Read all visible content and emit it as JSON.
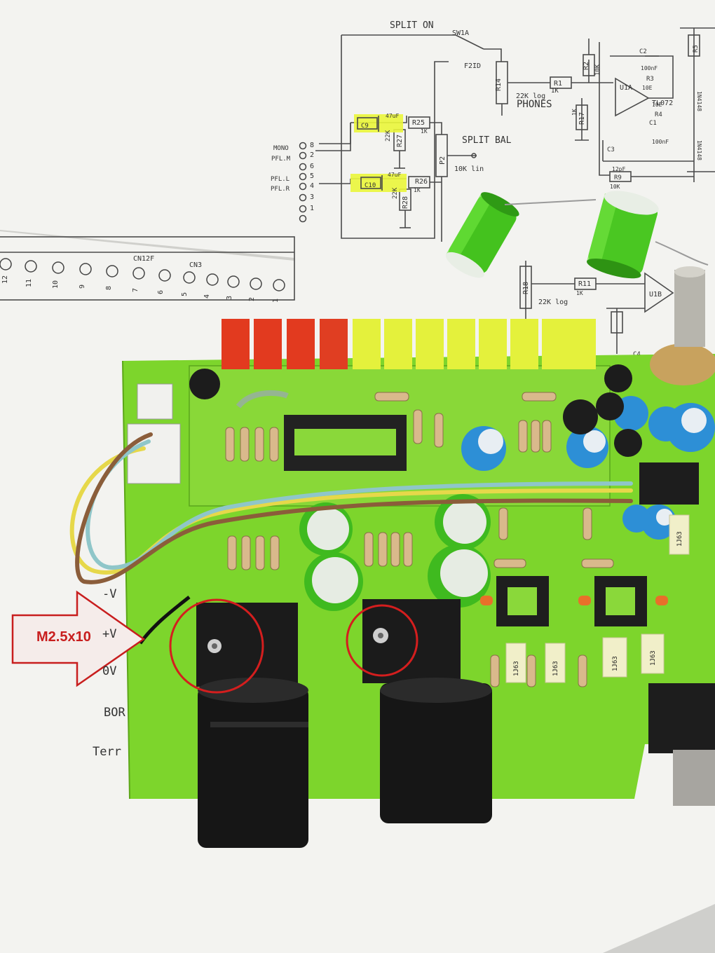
{
  "schematic": {
    "title_split_on": "SPLIT ON",
    "sw1a": "SW1A",
    "f2id": "F2ID",
    "phones": "PHONES",
    "split_bal": "SPLIT BAL",
    "r1": "R1",
    "r1_val": "1K",
    "r2": "R2",
    "r2_val": "10K",
    "r14": "R14",
    "r14_val": "22K log",
    "r25": "R25",
    "r25_val": "1K",
    "r26": "R26",
    "r26_val": "1K",
    "r27": "R27",
    "r27_val": "22K",
    "r28": "R28",
    "r28_val": "22K",
    "p2": "P2",
    "p2_val": "10K lin",
    "c9": "C9",
    "c9_val": "47uF",
    "c10": "C10",
    "c10_val": "47uF",
    "c2": "C2",
    "c2_val": "100nF",
    "c1": "C1",
    "c1_val": "100nF",
    "c3": "C3",
    "c3_val": "12pF",
    "r9": "R9",
    "r9_val": "10K",
    "r3": "R3",
    "r3_val": "10E",
    "r4": "R4",
    "r4_val": "10E",
    "r17": "R17",
    "r17_val": "1K",
    "u1a": "U1A",
    "u1b": "U1B",
    "tl072": "TL072",
    "r18": "R18",
    "r18_val": "22K log",
    "r11": "R11",
    "r11_val": "1K",
    "r5": "R5",
    "d_label": "1N4148",
    "c4": "C4",
    "inputs": [
      "MONO",
      "PFL.M",
      "PFL.L",
      "PFL.R"
    ],
    "pins": [
      "8",
      "2",
      "6",
      "5",
      "4",
      "3",
      "1"
    ],
    "cn12f": "CN12F",
    "cn3": "CN3",
    "connector_numbers": [
      "12",
      "11",
      "10",
      "9",
      "8",
      "7",
      "6",
      "5",
      "4",
      "3",
      "2",
      "1"
    ]
  },
  "board_labels": {
    "minus_v": "-V",
    "plus_v": "+V",
    "zero_v": "0V",
    "bor": "BOR",
    "terr": "Terr"
  },
  "capacitor_caps": {
    "part": "1J63"
  },
  "annotation": {
    "callout": "M2.5x10",
    "callout_color": "#c81e1e",
    "circle_color": "#d41e1e"
  },
  "colors": {
    "highlight": "#e9f536",
    "pcb": "#7dd42a",
    "led_red": "#e8321e",
    "led_yellow": "#e6f03a"
  }
}
